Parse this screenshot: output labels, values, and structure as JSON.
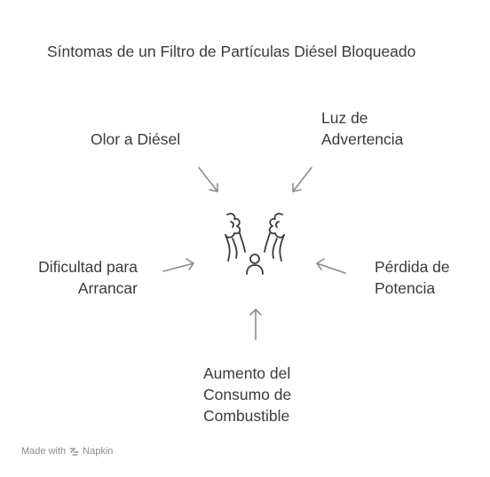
{
  "title": "Síntomas de un Filtro de Partículas Diésel Bloqueado",
  "symptoms": {
    "top_left": "Olor a Diésel",
    "top_right": "Luz de\nAdvertencia",
    "left": "Dificultad para\nArrancar",
    "right": "Pérdida de\nPotencia",
    "bottom": "Aumento del\nConsumo de\nCombustible"
  },
  "center_icon": "person-smoke-icon",
  "footer": {
    "made_with": "Made with",
    "brand": "Napkin",
    "brand_icon": "napkin-logo-icon"
  },
  "colors": {
    "text": "#3b3b3b",
    "arrow": "#8c8c8c",
    "icon": "#3a3a3a",
    "footer": "#8a8a8a"
  }
}
